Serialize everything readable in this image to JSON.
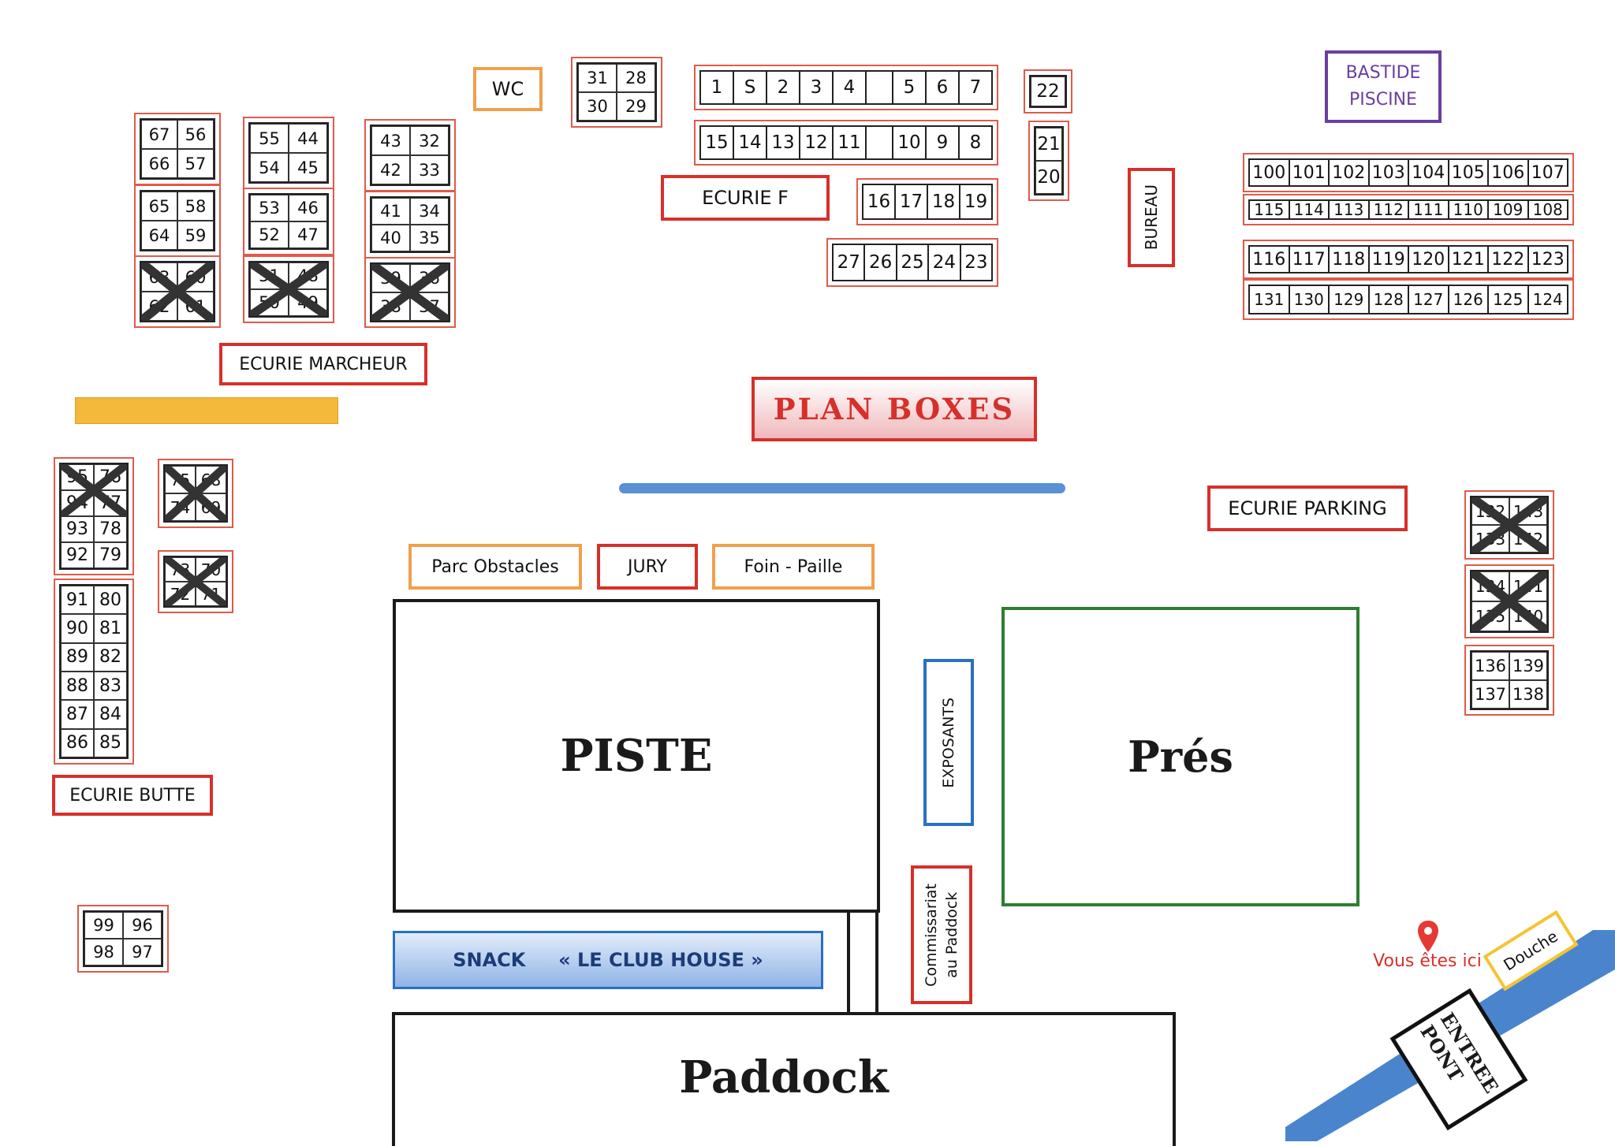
{
  "title": "PLAN BOXES",
  "labels": {
    "wc": "WC",
    "ecurie_f": "ECURIE F",
    "ecurie_marcheur": "ECURIE MARCHEUR",
    "ecurie_parking": "ECURIE PARKING",
    "ecurie_butte": "ECURIE BUTTE",
    "bureau": "BUREAU",
    "bastide_line1": "BASTIDE",
    "bastide_line2": "PISCINE",
    "parc_obstacles": "Parc Obstacles",
    "jury": "JURY",
    "foin_paille": "Foin - Paille",
    "exposants": "EXPOSANTS",
    "commissariat_line1": "Commissariat",
    "commissariat_line2": "au Paddock",
    "snack": "SNACK     « LE CLUB HOUSE »",
    "vous_etes_ici": "Vous êtes ici",
    "douche": "Douche",
    "entree_line1": "ENTREE",
    "entree_line2": "PONT"
  },
  "areas": {
    "piste": "PISTE",
    "pres": "Prés",
    "paddock": "Paddock"
  },
  "colors": {
    "red": "#d6302a",
    "orange": "#f0a04c",
    "blue": "#2a6fc4",
    "green": "#2e7d32",
    "purple": "#6a3fa0",
    "yellow_bar": "#f4b93a"
  },
  "boxes": {
    "b1": [
      "67",
      "56",
      "66",
      "57"
    ],
    "b2": [
      "65",
      "58",
      "64",
      "59"
    ],
    "b3": [
      "63",
      "60",
      "62",
      "61"
    ],
    "b4": [
      "55",
      "44",
      "54",
      "45"
    ],
    "b5": [
      "53",
      "46",
      "52",
      "47"
    ],
    "b6": [
      "51",
      "48",
      "50",
      "49"
    ],
    "b7": [
      "43",
      "32",
      "42",
      "33"
    ],
    "b8": [
      "41",
      "34",
      "40",
      "35"
    ],
    "b9": [
      "39",
      "36",
      "38",
      "37"
    ],
    "b10": [
      "31",
      "28",
      "30",
      "29"
    ],
    "row1": [
      "1",
      "S",
      "2",
      "3",
      "4",
      "",
      "5",
      "6",
      "7"
    ],
    "row2": [
      "15",
      "14",
      "13",
      "12",
      "11",
      "",
      "10",
      "9",
      "8"
    ],
    "row3": [
      "16",
      "17",
      "18",
      "19"
    ],
    "row4": [
      "27",
      "26",
      "25",
      "24",
      "23"
    ],
    "b22": [
      "22"
    ],
    "b2120": [
      "21",
      "20"
    ],
    "r100": [
      "100",
      "101",
      "102",
      "103",
      "104",
      "105",
      "106",
      "107"
    ],
    "r115": [
      "115",
      "114",
      "113",
      "112",
      "111",
      "110",
      "109",
      "108"
    ],
    "r116": [
      "116",
      "117",
      "118",
      "119",
      "120",
      "121",
      "122",
      "123"
    ],
    "r131": [
      "131",
      "130",
      "129",
      "128",
      "127",
      "126",
      "125",
      "124"
    ],
    "left1": [
      "95",
      "76",
      "94",
      "77",
      "93",
      "78",
      "92",
      "79"
    ],
    "left2": [
      "91",
      "80",
      "90",
      "81",
      "89",
      "82",
      "88",
      "83",
      "87",
      "84",
      "86",
      "85"
    ],
    "m1": [
      "75",
      "68",
      "74",
      "69"
    ],
    "m2": [
      "73",
      "70",
      "72",
      "71"
    ],
    "b99": [
      "99",
      "96",
      "98",
      "97"
    ],
    "p1": [
      "132",
      "143",
      "133",
      "142"
    ],
    "p2": [
      "134",
      "141",
      "135",
      "140"
    ],
    "p3": [
      "136",
      "139",
      "137",
      "138"
    ]
  }
}
